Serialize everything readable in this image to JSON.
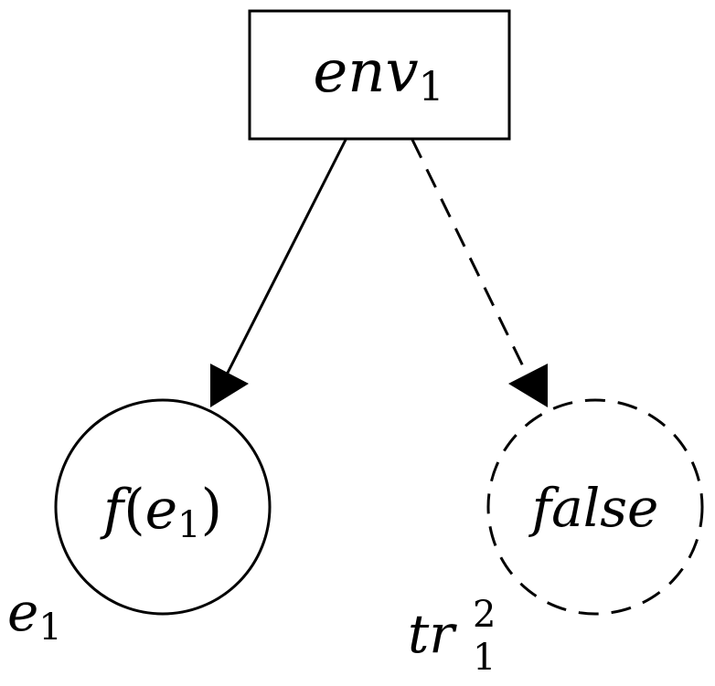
{
  "nodes": {
    "env": {
      "base": "env",
      "sub": "1",
      "shape": "rectangle",
      "border": "solid"
    },
    "fe": {
      "func": "f",
      "open": "(",
      "arg": "e",
      "sub": "1",
      "close": ")",
      "shape": "circle",
      "border": "solid"
    },
    "false_node": {
      "text": "false",
      "shape": "circle",
      "border": "dashed"
    }
  },
  "labels": {
    "e1": {
      "base": "e",
      "sub": "1"
    },
    "tr": {
      "base": "tr",
      "sub": "1",
      "sup": "2"
    }
  },
  "edges": [
    {
      "from": "env",
      "to": "fe",
      "style": "solid"
    },
    {
      "from": "env",
      "to": "false_node",
      "style": "dashed"
    }
  ],
  "colors": {
    "stroke": "#000000",
    "background": "#ffffff"
  }
}
